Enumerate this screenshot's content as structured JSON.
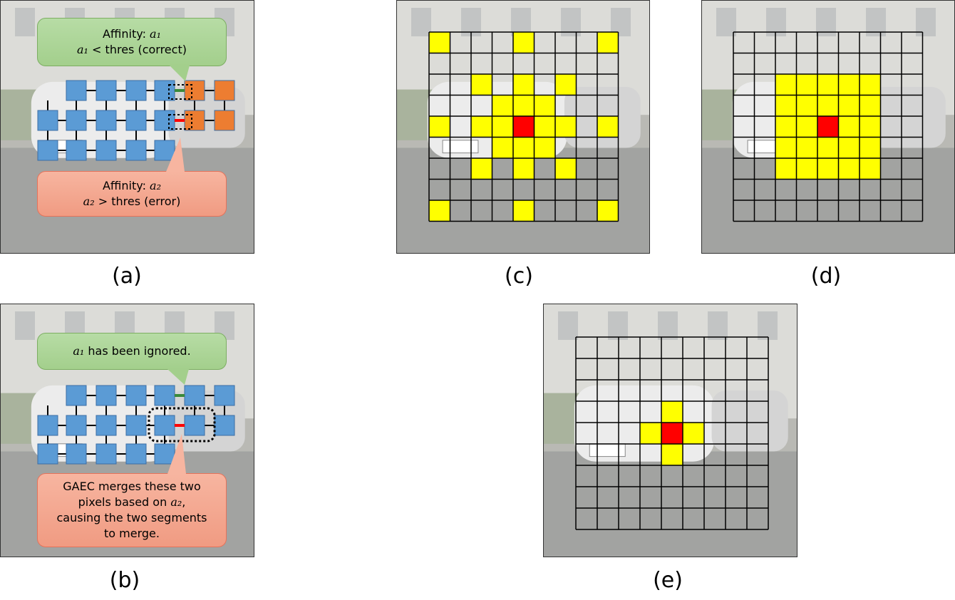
{
  "captions": {
    "a": "(a)",
    "b": "(b)",
    "c": "(c)",
    "d": "(d)",
    "e": "(e)"
  },
  "panel_a": {
    "callout_top": {
      "line1_text": "Affinity: ",
      "line1_math": "a₁",
      "line2_math": "a₁",
      "line2_text": " < thres (correct)"
    },
    "callout_bottom": {
      "line1_text": "Affinity: ",
      "line1_math": "a₂",
      "line2_math": "a₂",
      "line2_text": " > thres (error)"
    }
  },
  "panel_b": {
    "callout_top": {
      "math": "a₁",
      "text": " has been ignored."
    },
    "callout_bottom": {
      "line1": "GAEC merges these two",
      "line2_text": "pixels based on ",
      "line2_math": "a₂",
      "line2_suffix": ",",
      "line3": "causing the two segments",
      "line4": "to merge."
    }
  },
  "colors": {
    "node_blue": "#5b9bd5",
    "node_orange": "#ed7d31",
    "highlight_yellow": "#ffff00",
    "center_red": "#ff0000",
    "edge_green": "#3a8a3a",
    "edge_red": "#ff0000"
  }
}
